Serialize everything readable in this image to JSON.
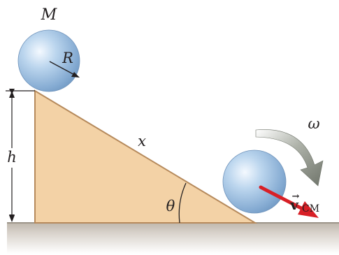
{
  "labels": {
    "mass": "M",
    "radius": "R",
    "height": "h",
    "distance": "x",
    "angle": "θ",
    "angular_velocity": "ω",
    "velocity_vector": "v",
    "velocity_arrow": "→",
    "velocity_subscript": "CM"
  },
  "colors": {
    "incline_fill": "#f3d2a6",
    "incline_stroke": "#b68a5c",
    "ground": "#cfc8bf",
    "sphere": "#a7c8e6",
    "velocity_arrow": "#d81f26",
    "rotation_arrow": "#7d8278",
    "dimension_lines": "#231f20"
  },
  "icons": {
    "sphere": "sphere-icon",
    "velocity": "velocity-arrow-icon",
    "rotation": "rotation-arrow-icon"
  }
}
